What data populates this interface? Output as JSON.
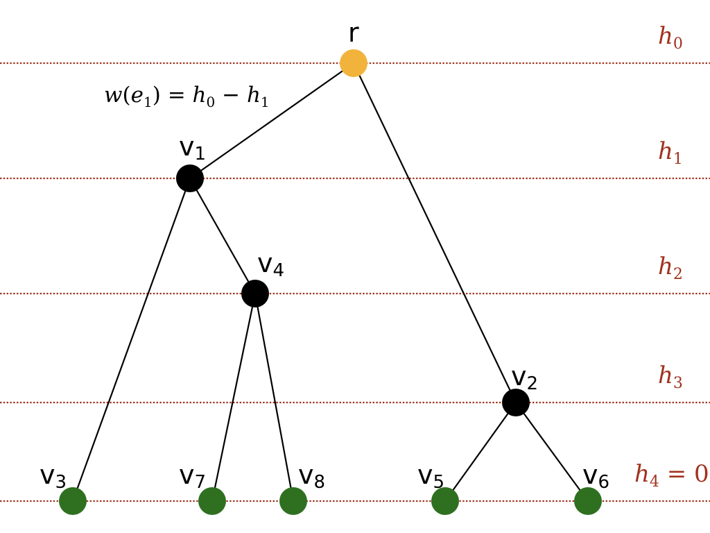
{
  "colors": {
    "root": "#f2b33d",
    "internal": "#000000",
    "leaf": "#2e7020",
    "level_line": "#a0321e",
    "edge": "#000000"
  },
  "levels": [
    {
      "name": "h",
      "sub": "0",
      "suffix": ""
    },
    {
      "name": "h",
      "sub": "1",
      "suffix": ""
    },
    {
      "name": "h",
      "sub": "2",
      "suffix": ""
    },
    {
      "name": "h",
      "sub": "3",
      "suffix": ""
    },
    {
      "name": "h",
      "sub": "4",
      "suffix": " = 0"
    }
  ],
  "nodes": [
    {
      "id": "r",
      "letter": "r",
      "sub": "",
      "kind": "root"
    },
    {
      "id": "v1",
      "letter": "v",
      "sub": "1",
      "kind": "internal"
    },
    {
      "id": "v4",
      "letter": "v",
      "sub": "4",
      "kind": "internal"
    },
    {
      "id": "v2",
      "letter": "v",
      "sub": "2",
      "kind": "internal"
    },
    {
      "id": "v3",
      "letter": "v",
      "sub": "3",
      "kind": "leaf"
    },
    {
      "id": "v7",
      "letter": "v",
      "sub": "7",
      "kind": "leaf"
    },
    {
      "id": "v8",
      "letter": "v",
      "sub": "8",
      "kind": "leaf"
    },
    {
      "id": "v5",
      "letter": "v",
      "sub": "5",
      "kind": "leaf"
    },
    {
      "id": "v6",
      "letter": "v",
      "sub": "6",
      "kind": "leaf"
    }
  ],
  "edges": [
    {
      "from": "r",
      "to": "v1"
    },
    {
      "from": "r",
      "to": "v2"
    },
    {
      "from": "v1",
      "to": "v3"
    },
    {
      "from": "v1",
      "to": "v4"
    },
    {
      "from": "v4",
      "to": "v7"
    },
    {
      "from": "v4",
      "to": "v8"
    },
    {
      "from": "v2",
      "to": "v5"
    },
    {
      "from": "v2",
      "to": "v6"
    }
  ],
  "edge_weight": {
    "w": "w",
    "open": "(",
    "e": "e",
    "e_sub": "1",
    "close": ")",
    "eq": " = ",
    "h_a": "h",
    "h_a_sub": "0",
    "minus": " − ",
    "h_b": "h",
    "h_b_sub": "1"
  }
}
